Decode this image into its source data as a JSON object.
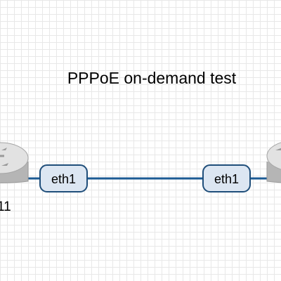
{
  "diagram": {
    "title": "PPPoE on-demand test",
    "colors": {
      "link": "#1c5b94",
      "port_fill": "#dce6f2",
      "port_border": "#1f4e7a",
      "router_body": "#bcbcbc",
      "router_top": "#e4e4e4",
      "grid": "#e8e8e8"
    },
    "nodes": [
      {
        "id": "router-left",
        "label_visible": "11",
        "icon": "router-icon"
      },
      {
        "id": "router-right",
        "label_visible": "",
        "icon": "router-icon"
      }
    ],
    "link": {
      "left_port": "eth1",
      "right_port": "eth1"
    }
  }
}
